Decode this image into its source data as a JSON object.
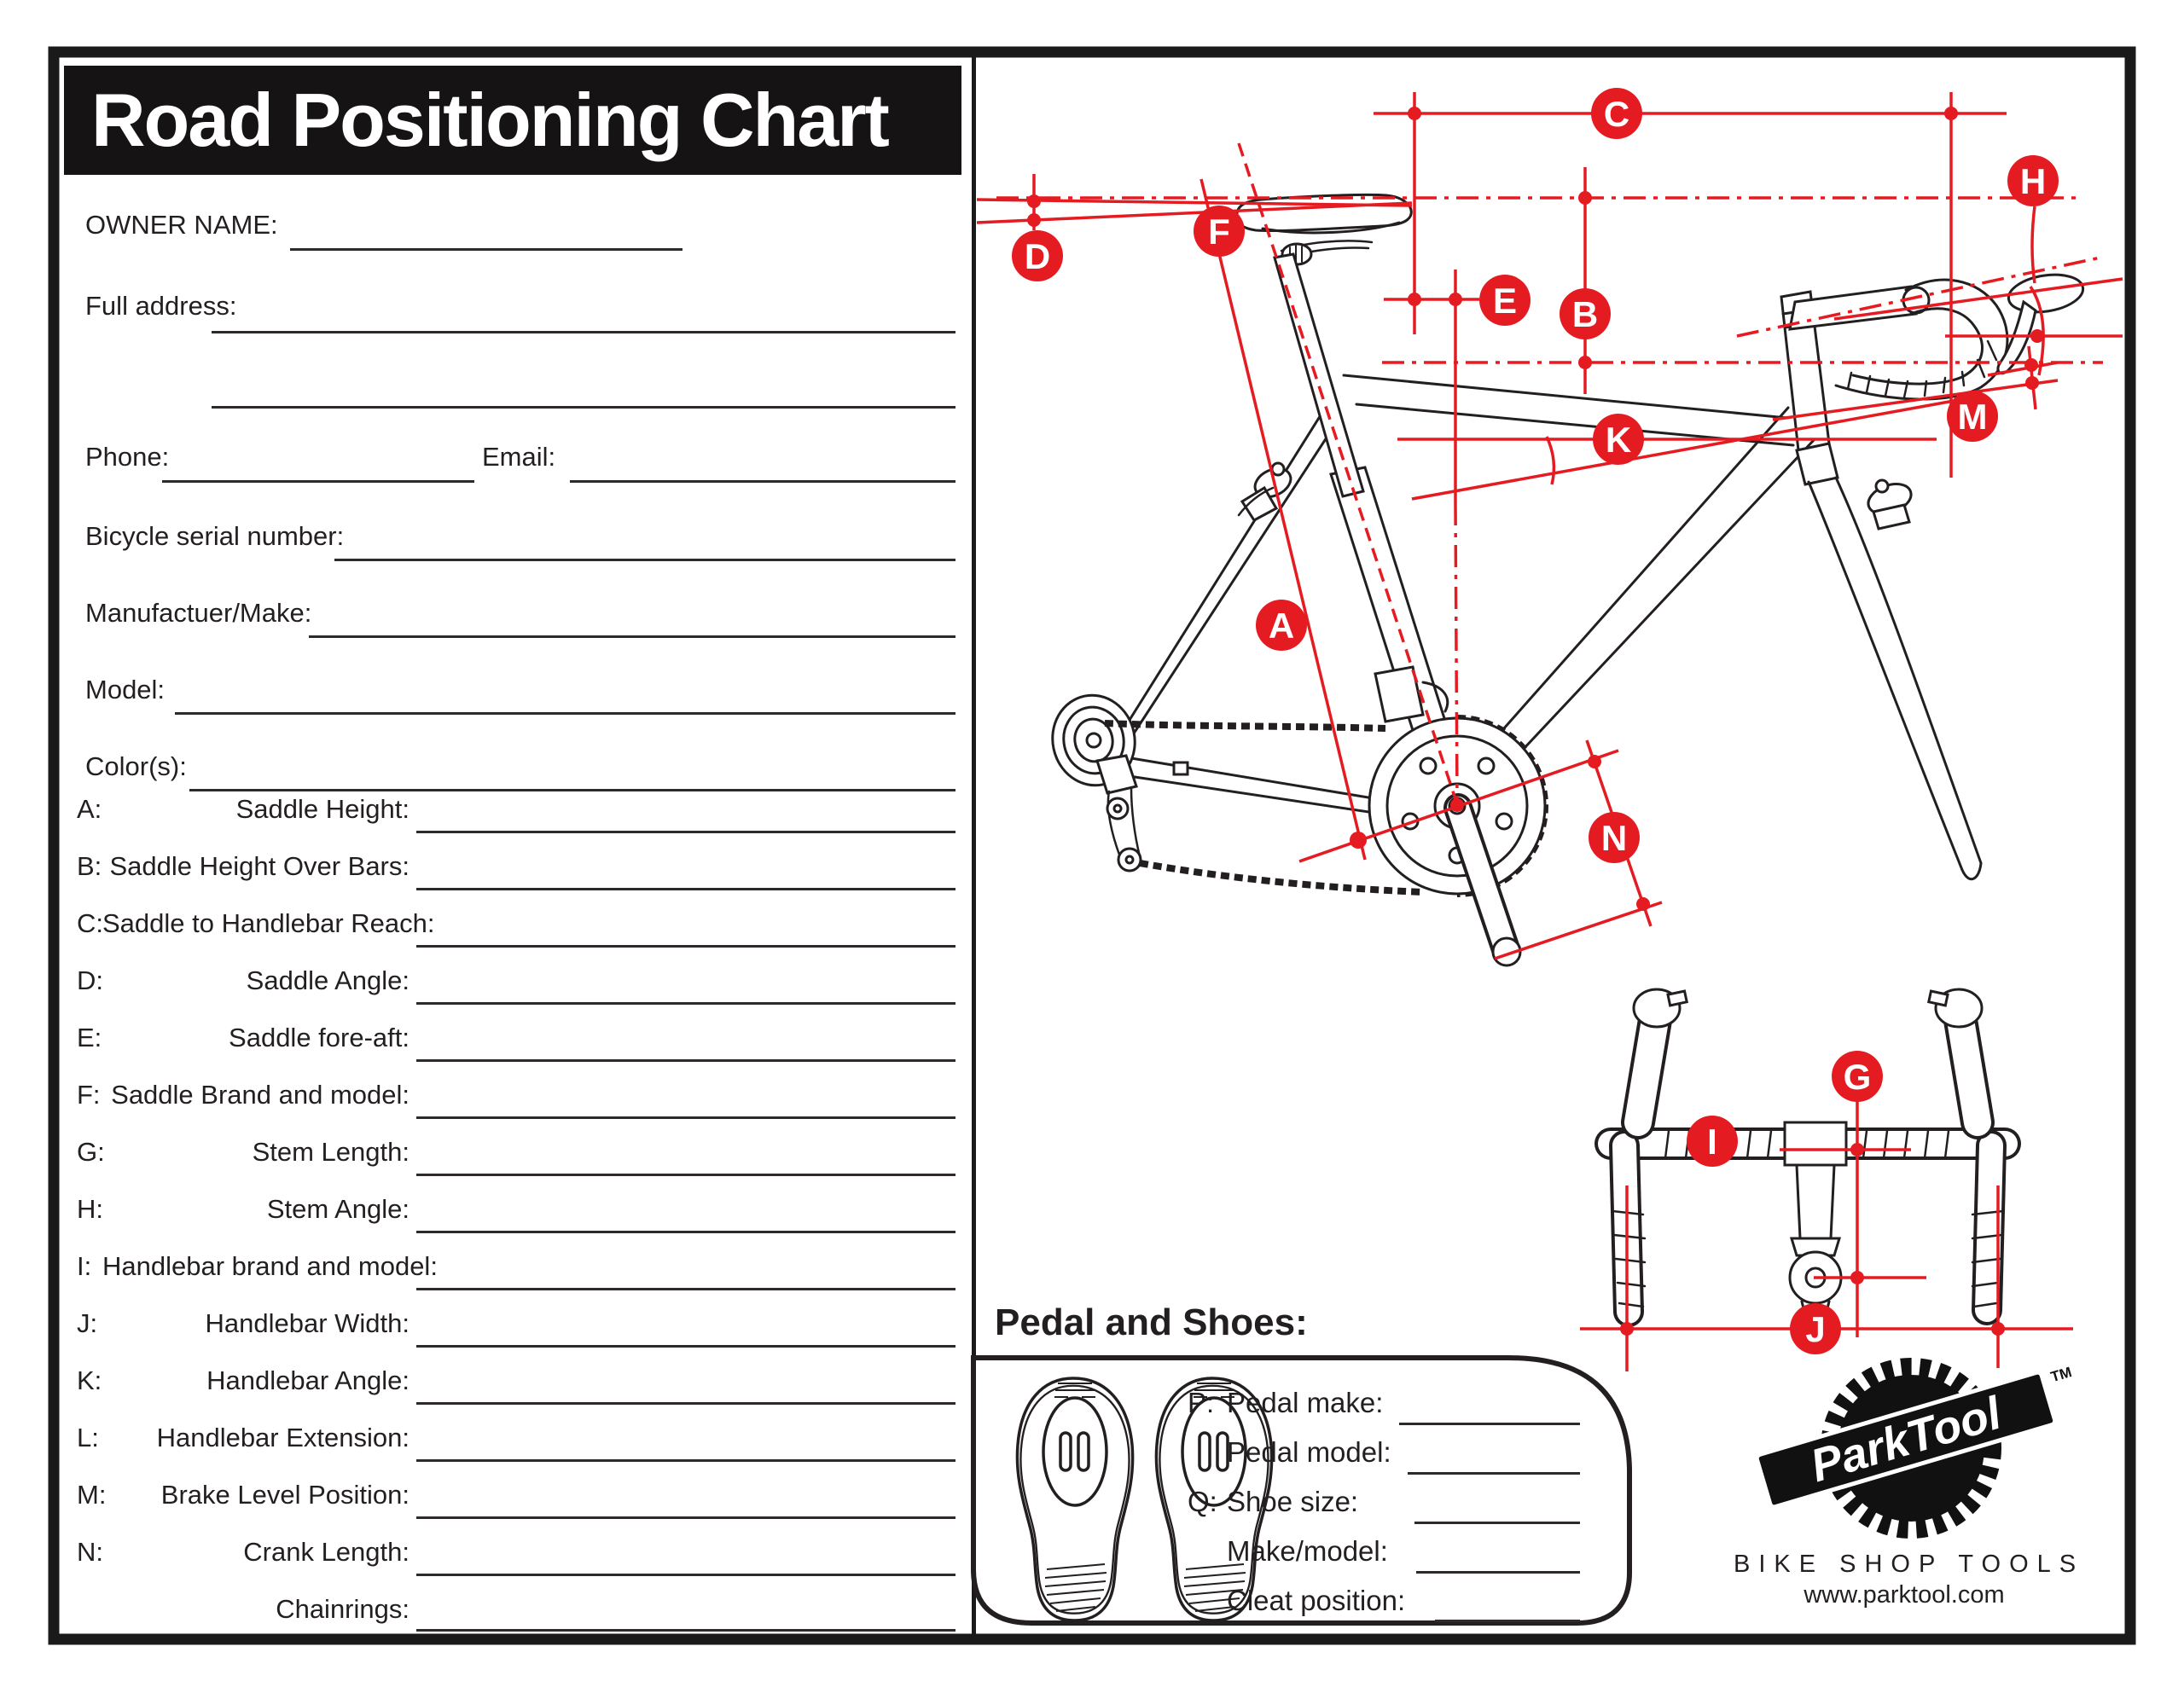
{
  "title": "Road Positioning Chart",
  "colors": {
    "accent_red": "#e51b22",
    "ink": "#231f20"
  },
  "owner_form": {
    "owner_name_label": "OWNER NAME:",
    "full_address_label": "Full address:",
    "phone_label": "Phone:",
    "email_label": "Email:",
    "serial_label": "Bicycle serial number:",
    "make_label": "Manufactuer/Make:",
    "model_label": "Model:",
    "colors_label": "Color(s):"
  },
  "measurements": [
    {
      "letter": "A:",
      "label": "Saddle Height:"
    },
    {
      "letter": "B:",
      "label": "Saddle Height Over Bars:"
    },
    {
      "letter": "C:",
      "label": "Saddle to Handlebar Reach:"
    },
    {
      "letter": "D:",
      "label": "Saddle Angle:"
    },
    {
      "letter": "E:",
      "label": "Saddle fore-aft:"
    },
    {
      "letter": "F:",
      "label": "Saddle Brand and model:"
    },
    {
      "letter": "G:",
      "label": "Stem Length:"
    },
    {
      "letter": "H:",
      "label": "Stem Angle:"
    },
    {
      "letter": "I:",
      "label": "Handlebar brand and model:"
    },
    {
      "letter": "J:",
      "label": "Handlebar Width:"
    },
    {
      "letter": "K:",
      "label": "Handlebar Angle:"
    },
    {
      "letter": "L:",
      "label": "Handlebar Extension:"
    },
    {
      "letter": "M:",
      "label": "Brake Level Position:"
    },
    {
      "letter": "N:",
      "label": "Crank Length:"
    },
    {
      "letter": "",
      "label": "Chainrings:"
    }
  ],
  "pedal_section": {
    "heading": "Pedal and Shoes:",
    "rows": [
      {
        "prefix": "P:",
        "label": "Pedal make:"
      },
      {
        "prefix": "",
        "label": "Pedal model:"
      },
      {
        "prefix": "Q:",
        "label": "Shoe size:"
      },
      {
        "prefix": "",
        "label": "Make/model:"
      },
      {
        "prefix": "",
        "label": "Cleat position:"
      }
    ]
  },
  "diagram": {
    "markers": {
      "A": "A",
      "B": "B",
      "C": "C",
      "D": "D",
      "E": "E",
      "F": "F",
      "G": "G",
      "H": "H",
      "I": "I",
      "J": "J",
      "K": "K",
      "M": "M",
      "N": "N"
    }
  },
  "logo": {
    "brand": "ParkTool",
    "trademark": "TM",
    "tagline": "BIKE SHOP TOOLS",
    "url": "www.parktool.com"
  }
}
